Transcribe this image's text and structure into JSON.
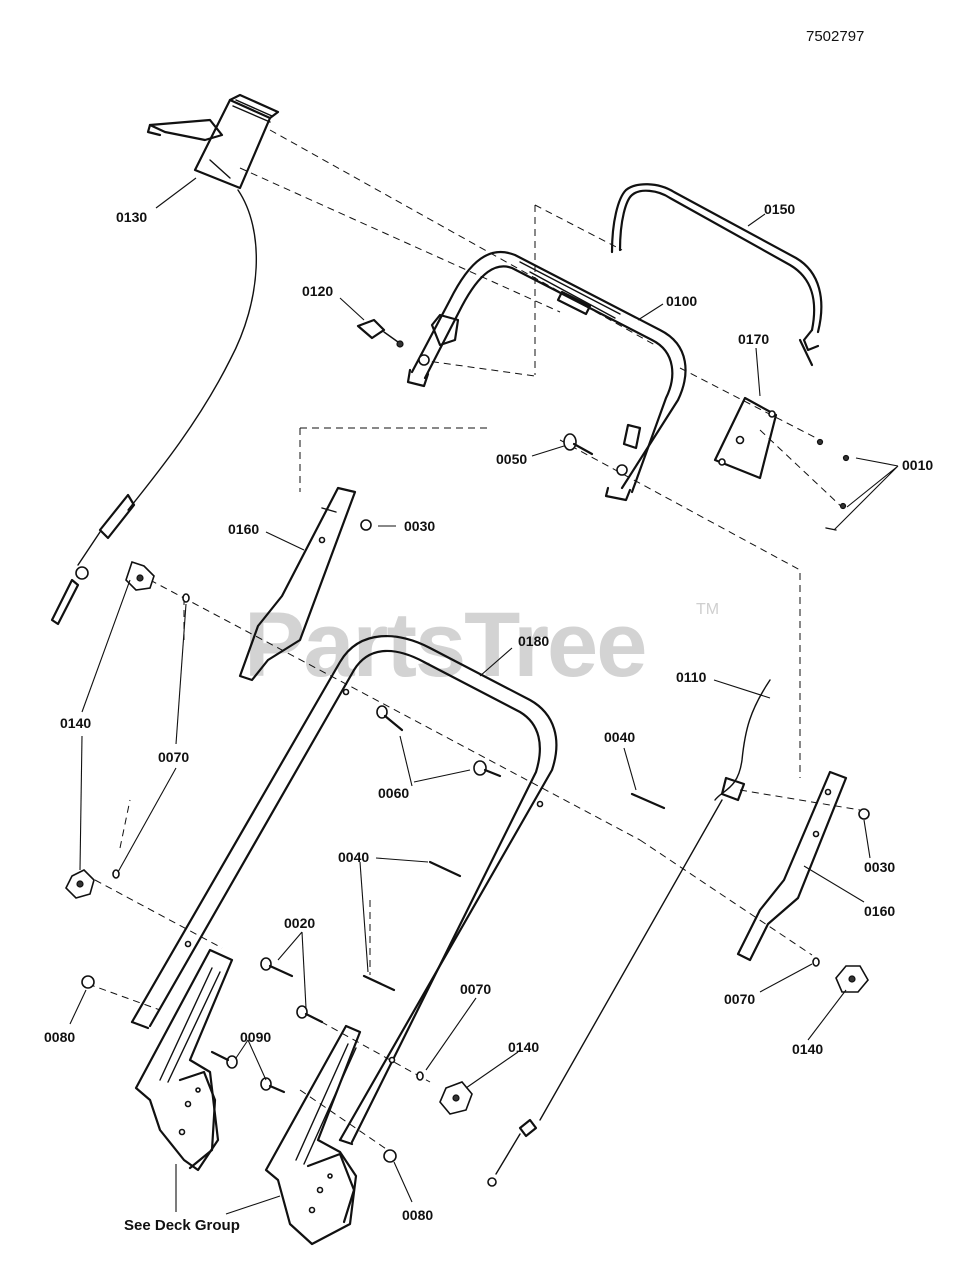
{
  "document_id": "7502797",
  "watermark": {
    "text": "PartsTree",
    "trademark": "TM"
  },
  "callouts": [
    {
      "id": "c0130",
      "label": "0130"
    },
    {
      "id": "c0150",
      "label": "0150"
    },
    {
      "id": "c0120",
      "label": "0120"
    },
    {
      "id": "c0100",
      "label": "0100"
    },
    {
      "id": "c0170",
      "label": "0170"
    },
    {
      "id": "c0010",
      "label": "0010"
    },
    {
      "id": "c0050",
      "label": "0050"
    },
    {
      "id": "c0160a",
      "label": "0160"
    },
    {
      "id": "c0030a",
      "label": "0030"
    },
    {
      "id": "c0180",
      "label": "0180"
    },
    {
      "id": "c0110",
      "label": "0110"
    },
    {
      "id": "c0140a",
      "label": "0140"
    },
    {
      "id": "c0070a",
      "label": "0070"
    },
    {
      "id": "c0040a",
      "label": "0040"
    },
    {
      "id": "c0060",
      "label": "0060"
    },
    {
      "id": "c0040b",
      "label": "0040"
    },
    {
      "id": "c0030b",
      "label": "0030"
    },
    {
      "id": "c0160b",
      "label": "0160"
    },
    {
      "id": "c0020",
      "label": "0020"
    },
    {
      "id": "c0070b",
      "label": "0070"
    },
    {
      "id": "c0070c",
      "label": "0070"
    },
    {
      "id": "c0080a",
      "label": "0080"
    },
    {
      "id": "c0090",
      "label": "0090"
    },
    {
      "id": "c0140b",
      "label": "0140"
    },
    {
      "id": "c0140c",
      "label": "0140"
    },
    {
      "id": "c0080b",
      "label": "0080"
    }
  ],
  "reference_note": "See Deck Group"
}
